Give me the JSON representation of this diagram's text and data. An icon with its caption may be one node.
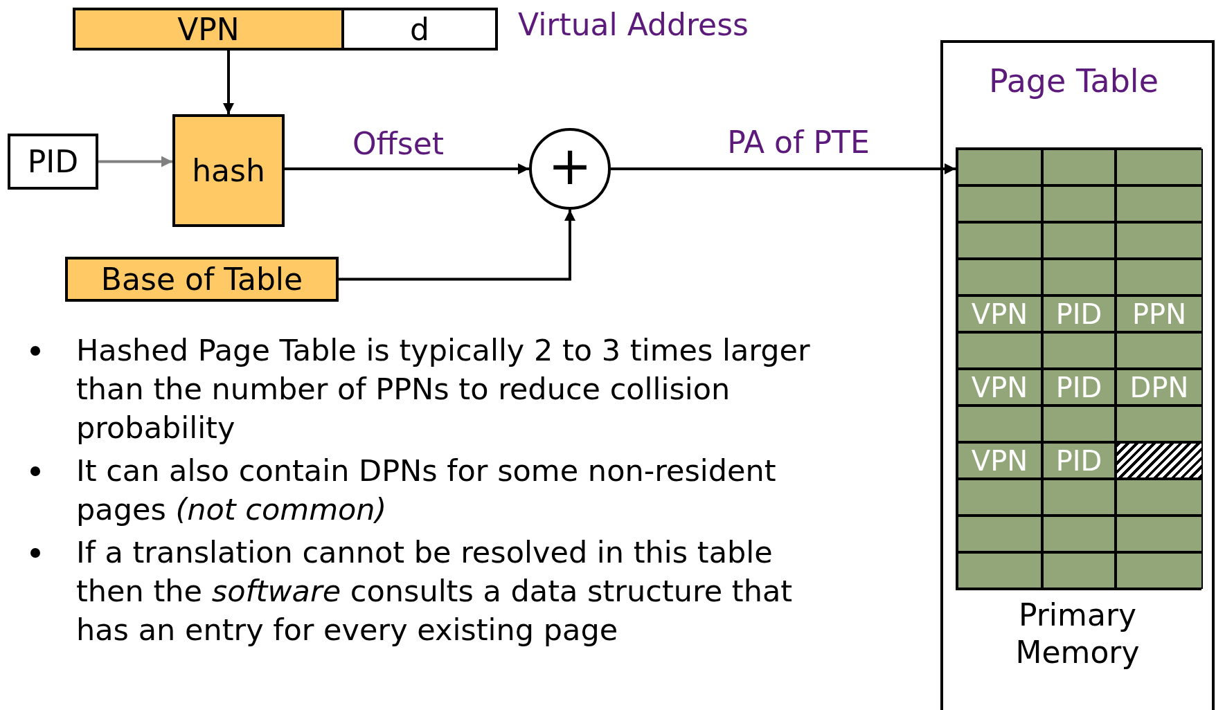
{
  "diagram": {
    "nodes": [
      {
        "text": [
          "VPN"
        ]
      },
      {
        "text": [
          "d"
        ]
      },
      {
        "text": [
          "PID"
        ]
      },
      {
        "text": [
          "hash"
        ]
      },
      {
        "text": [
          "+"
        ]
      },
      {
        "text": [
          "Base of Table"
        ]
      },
      {
        "text": [
          "Primary Memory"
        ]
      },
      {
        "text": [
          "Page Table"
        ],
        "in": 6
      }
    ],
    "edges": [
      {
        "from": 0,
        "to": 3,
        "arrow": "to"
      },
      {
        "from": 2,
        "to": 3,
        "arrow": "to",
        "color": "#808080"
      },
      {
        "from": 3,
        "to": 4,
        "arrow": "to",
        "label": "Offset"
      },
      {
        "from": 5,
        "to": 4,
        "arrow": "to"
      },
      {
        "from": 4,
        "to": 7,
        "arrow": "to",
        "label": "PA of PTE"
      }
    ],
    "labels": [
      "Virtual Address",
      "VPN",
      "PID",
      "PPN",
      "VPN",
      "PID",
      "DPN",
      "VPN",
      "PID",
      "Hashed Page Table is typically 2 to 3 times larger than the number of PPNs to reduce collision probability",
      "It can also contain DPNs for some non-resident pages *(not common)*",
      "If a translation cannot be resolved in this table then the *software* consults a data structure that has an entry for every existing page"
    ]
  }
}
